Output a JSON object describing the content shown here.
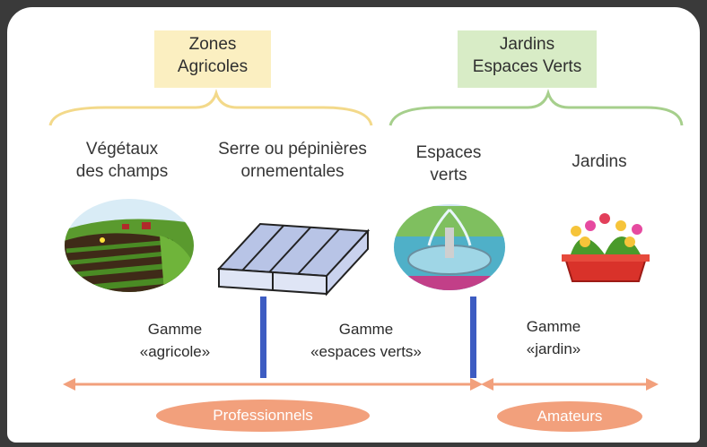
{
  "headers": {
    "agricole": [
      "Zones",
      "Agricoles"
    ],
    "espaces_verts": [
      "Jardins",
      "Espaces Verts"
    ]
  },
  "categories": {
    "champs": [
      "Végétaux",
      "des champs"
    ],
    "serre": [
      "Serre ou pépinières",
      "ornementales"
    ],
    "espaces": [
      "Espaces",
      "verts"
    ],
    "jardins": [
      "Jardins"
    ]
  },
  "gammes": {
    "agricole": [
      "Gamme",
      "«agricole»"
    ],
    "espaces_verts": [
      "Gamme",
      "«espaces verts»"
    ],
    "jardin": [
      "Gamme",
      "«jardin»"
    ]
  },
  "users": {
    "professionnels": "Professionnels",
    "amateurs": "Amateurs"
  },
  "colors": {
    "agri_brace": "#f3d98a",
    "green_brace": "#a6cf8c",
    "divider": "#3d5cc2",
    "arrow": "#f2a07c"
  }
}
